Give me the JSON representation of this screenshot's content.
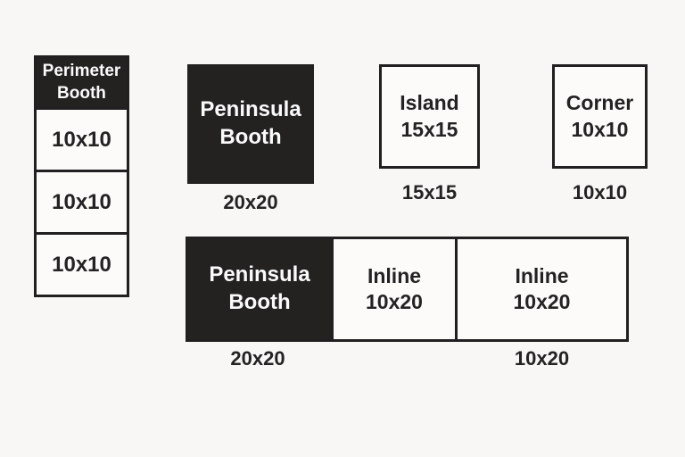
{
  "page": {
    "background_color": "#f8f7f5",
    "dark_fill_color": "#242121",
    "light_fill_color": "#fcfbfa",
    "border_color": "#211f1f"
  },
  "booths": {
    "perimeter": {
      "name_line1": "Perimeter",
      "name_line2": "Booth",
      "units": [
        "10x10",
        "10x10",
        "10x10"
      ]
    },
    "peninsula_top": {
      "name_line1": "Peninsula",
      "name_line2": "Booth",
      "size": "20x20"
    },
    "island": {
      "name": "Island",
      "dims": "15x15",
      "size": "15x15"
    },
    "corner": {
      "name": "Corner",
      "dims": "10x10",
      "size": "10x10"
    },
    "peninsula_bottom": {
      "name_line1": "Peninsula",
      "name_line2": "Booth",
      "size": "20x20"
    },
    "inline_left": {
      "name": "Inline",
      "dims": "10x20"
    },
    "inline_right": {
      "name": "Inline",
      "dims": "10x20",
      "size": "10x20"
    }
  }
}
